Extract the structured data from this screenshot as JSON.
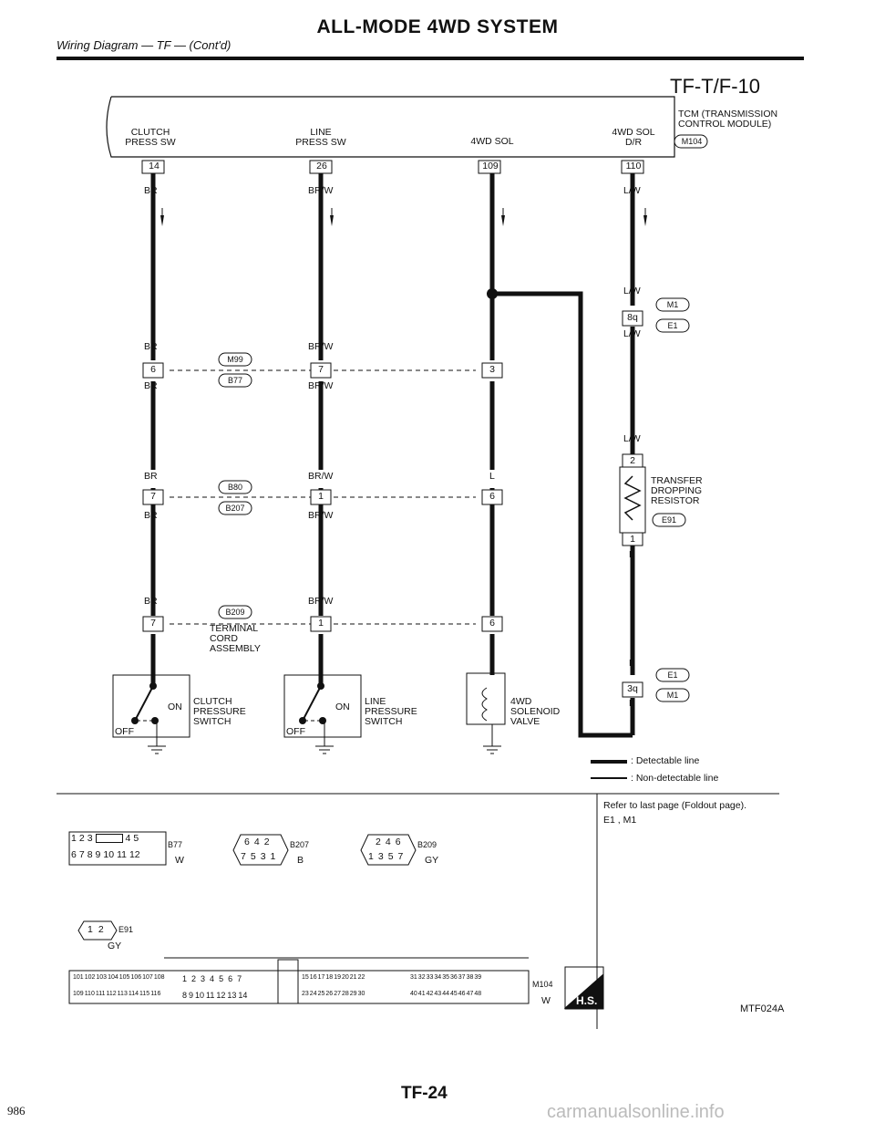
{
  "header": {
    "title": "ALL-MODE 4WD SYSTEM",
    "subtitle": "Wiring Diagram — TF — (Cont'd)",
    "diagram_code": "TF-T/F-10"
  },
  "tcm": {
    "label": "TCM (TRANSMISSION CONTROL MODULE)",
    "connector": "M104"
  },
  "tcm_pins": [
    {
      "name": "CLUTCH PRESS SW",
      "pin": "14",
      "wire": "BR"
    },
    {
      "name": "LINE PRESS SW",
      "pin": "26",
      "wire": "BR/W"
    },
    {
      "name": "4WD SOL",
      "pin": "109",
      "wire": "L"
    },
    {
      "name": "4WD SOL D/R",
      "pin": "110",
      "wire": "L/W"
    }
  ],
  "joints": {
    "row1": {
      "connectors": [
        "M99",
        "B77"
      ],
      "pins": [
        "6",
        "7",
        "3"
      ]
    },
    "row2": {
      "connectors": [
        "B80",
        "B207"
      ],
      "pins": [
        "7",
        "1",
        "6"
      ]
    },
    "row3": {
      "connectors": [
        "B209"
      ],
      "pins": [
        "7",
        "1",
        "6"
      ],
      "assembly": "TERMINAL CORD ASSEMBLY"
    },
    "right_top": {
      "connectors": [
        "M1",
        "E1"
      ],
      "pin": "8q"
    },
    "right_bottom": {
      "connectors": [
        "E1",
        "M1"
      ],
      "pin": "3q"
    }
  },
  "components": {
    "clutch": "CLUTCH PRESSURE SWITCH",
    "line": "LINE PRESSURE SWITCH",
    "solenoid": "4WD SOLENOID VALVE",
    "resistor": "TRANSFER DROPPING RESISTOR",
    "resistor_conn": "E91",
    "on": "ON",
    "off": "OFF"
  },
  "wire_labels": {
    "br": "BR",
    "brw": "BR/W",
    "l": "L",
    "lw": "L/W"
  },
  "legend": {
    "detectable": ": Detectable line",
    "non_detectable": ": Non-detectable line"
  },
  "refer": {
    "text": "Refer to last page (Foldout page).",
    "connectors": "E1 , M1"
  },
  "connector_views": {
    "b77": {
      "name": "B77",
      "color": "W",
      "top": [
        "1",
        "2",
        "3",
        "",
        "4",
        "5"
      ],
      "bottom": [
        "6",
        "7",
        "8",
        "9",
        "10",
        "11",
        "12"
      ]
    },
    "b207": {
      "name": "B207",
      "color": "B",
      "top": [
        "6",
        "4",
        "2"
      ],
      "bottom": [
        "7",
        "5",
        "3",
        "1"
      ]
    },
    "b209": {
      "name": "B209",
      "color": "GY",
      "top": [
        "2",
        "4",
        "6"
      ],
      "bottom": [
        "1",
        "3",
        "5",
        "7"
      ]
    },
    "e91": {
      "name": "E91",
      "color": "GY",
      "pins": [
        "1",
        "2"
      ]
    },
    "m104": {
      "name": "M104",
      "color": "W",
      "g1top": [
        "101",
        "102",
        "103",
        "104",
        "105",
        "106",
        "107",
        "108"
      ],
      "g1bot": [
        "109",
        "110",
        "111",
        "112",
        "113",
        "114",
        "115",
        "116"
      ],
      "g2top": [
        "1",
        "2",
        "3",
        "4",
        "5",
        "6",
        "7"
      ],
      "g2bot": [
        "8",
        "9",
        "10",
        "11",
        "12",
        "13",
        "14"
      ],
      "g3top": [
        "15",
        "16",
        "17",
        "18",
        "19",
        "20",
        "21",
        "22"
      ],
      "g3bot": [
        "23",
        "24",
        "25",
        "26",
        "27",
        "28",
        "29",
        "30"
      ],
      "g4top": [
        "31",
        "32",
        "33",
        "34",
        "35",
        "36",
        "37",
        "38",
        "39"
      ],
      "g4bot": [
        "40",
        "41",
        "42",
        "43",
        "44",
        "45",
        "46",
        "47",
        "48"
      ]
    },
    "hs": "H.S."
  },
  "figure_code": "MTF024A",
  "page_number": "TF-24",
  "page_left": "986",
  "watermark": "carmanualsonline.info"
}
